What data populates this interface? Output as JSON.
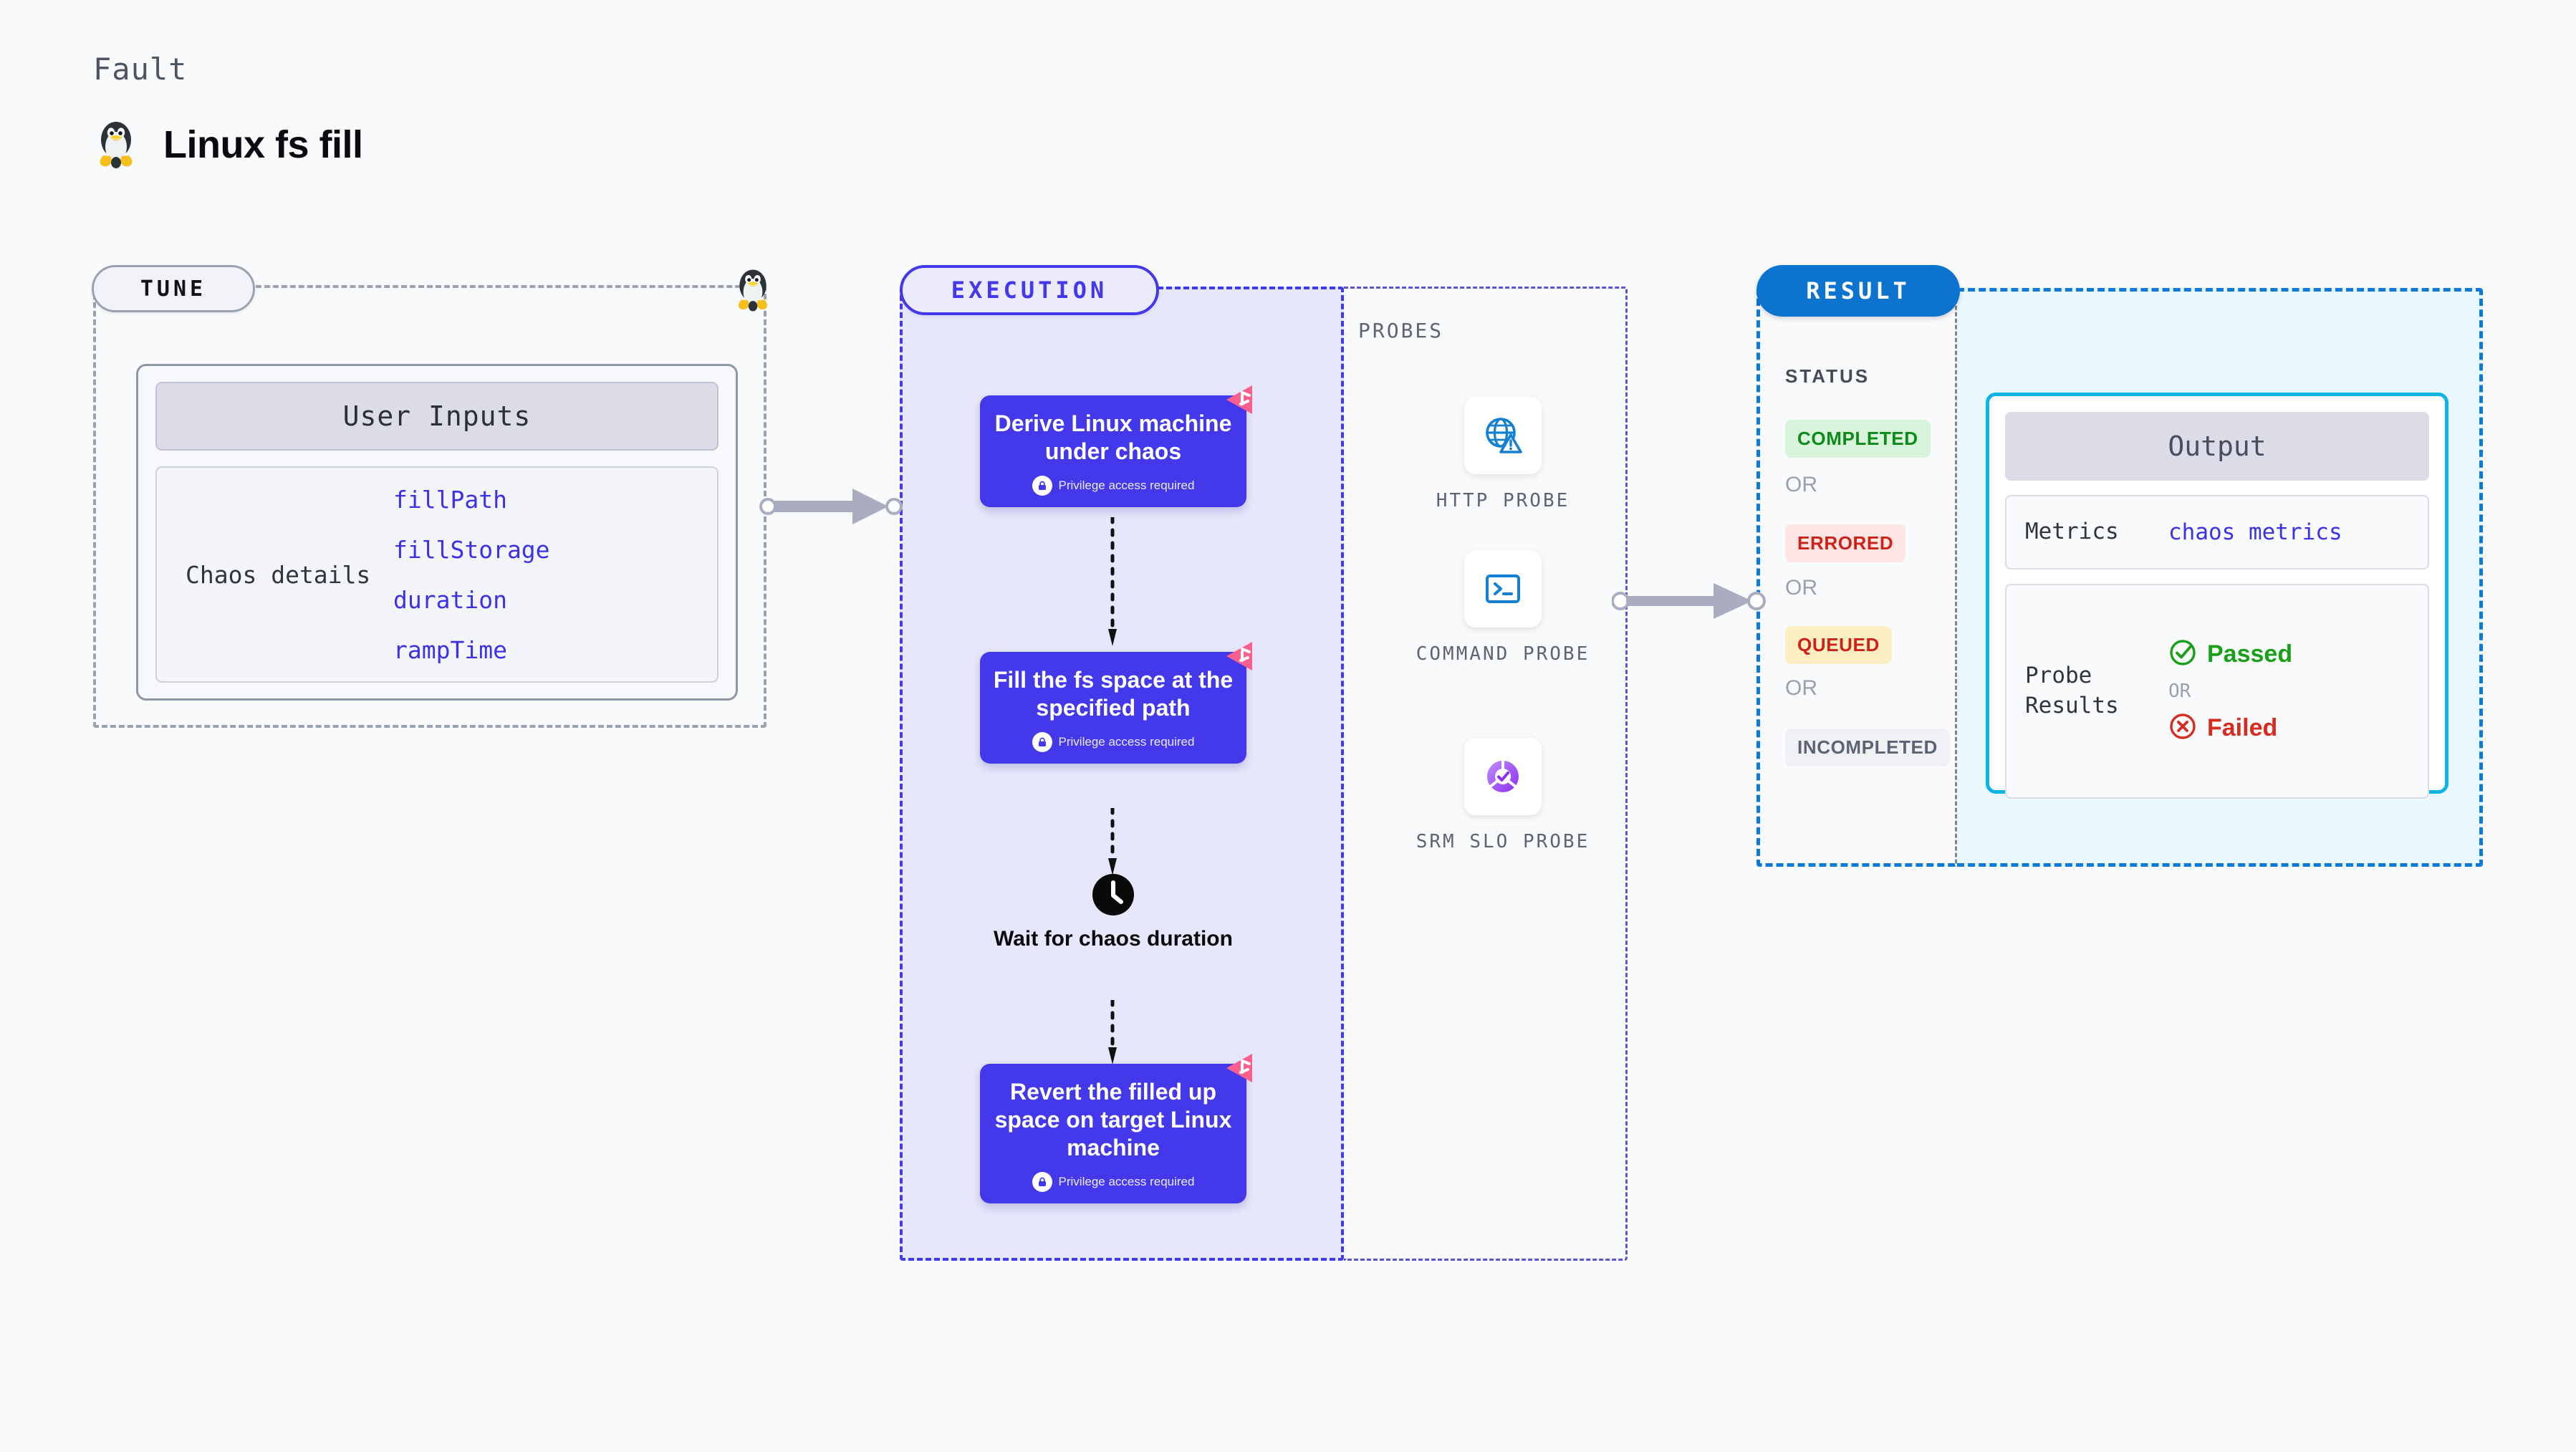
{
  "header": {
    "eyebrow": "Fault",
    "title": "Linux fs fill",
    "icon": "linux-penguin-icon"
  },
  "tune": {
    "badge": "TUNE",
    "card": {
      "header": "User Inputs",
      "row_label": "Chaos details",
      "params": [
        "fillPath",
        "fillStorage",
        "duration",
        "rampTime"
      ]
    }
  },
  "execution": {
    "badge": "EXECUTION",
    "privilege_note": "Privilege access required",
    "steps": [
      {
        "title": "Derive Linux machine under chaos",
        "privilege": true
      },
      {
        "title": "Fill the fs space at the specified path",
        "privilege": true
      },
      {
        "title": "Revert the filled up space on target Linux machine",
        "privilege": true
      }
    ],
    "wait_node": {
      "label": "Wait for chaos duration",
      "icon": "clock-icon"
    }
  },
  "probes": {
    "label": "PROBES",
    "items": [
      {
        "name": "HTTP PROBE",
        "icon": "globe-warning-icon"
      },
      {
        "name": "COMMAND PROBE",
        "icon": "terminal-icon"
      },
      {
        "name": "SRM SLO PROBE",
        "icon": "slo-donut-check-icon"
      }
    ]
  },
  "result": {
    "badge": "RESULT",
    "status_label": "STATUS",
    "or_label": "OR",
    "statuses": [
      {
        "label": "COMPLETED",
        "color": "#0d8a19",
        "bg": "#d8f5db"
      },
      {
        "label": "ERRORED",
        "color": "#cd2218",
        "bg": "#fde5e4"
      },
      {
        "label": "QUEUED",
        "color": "#cd2218",
        "bg": "#fdefc3"
      },
      {
        "label": "INCOMPLETED",
        "color": "#5b6474",
        "bg": "#eff1f5"
      }
    ],
    "output": {
      "header": "Output",
      "metrics_key": "Metrics",
      "metrics_value": "chaos metrics",
      "probe_results_key": "Probe Results",
      "passed_label": "Passed",
      "failed_label": "Failed",
      "or_label": "OR"
    }
  },
  "colors": {
    "page_bg": "#f9fafb",
    "execution_accent": "#4338ea",
    "execution_panel_bg": "#e7e7fb",
    "result_accent": "#0c73cf",
    "output_border": "#0fb3e6",
    "output_panel_bg": "#eaf9fd",
    "tune_accent": "#9aa2b1",
    "chaos_marker": "#fb5f8e",
    "connector": "#aaadc0"
  }
}
